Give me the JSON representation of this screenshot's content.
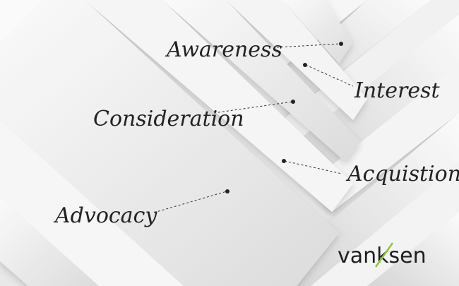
{
  "stages": [
    {
      "id": "awareness",
      "label": "Awareness"
    },
    {
      "id": "interest",
      "label": "Interest"
    },
    {
      "id": "consideration",
      "label": "Consideration"
    },
    {
      "id": "acquisition",
      "label": "Acquistion"
    },
    {
      "id": "advocacy",
      "label": "Advocacy"
    }
  ],
  "brand": {
    "text": "vanksen",
    "accent_color": "#8dc63f"
  },
  "colors": {
    "background": "#eaeaea",
    "stripe_light": "#f7f7f7",
    "stripe_mid": "#dcdcdc",
    "ink": "#222222"
  }
}
